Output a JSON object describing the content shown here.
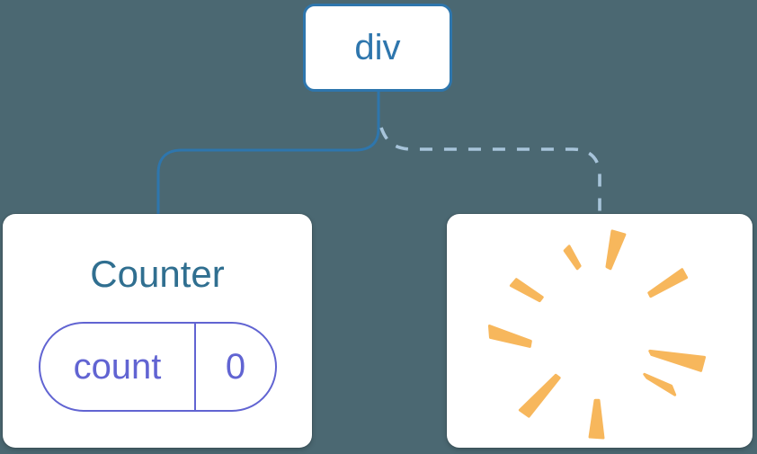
{
  "diagram": {
    "description": "component tree diagram",
    "root_node": {
      "label": "div"
    },
    "counter_card": {
      "title": "Counter",
      "state_key": "count",
      "state_value": "0"
    },
    "removed_card": {
      "icon": "poof-burst-icon"
    },
    "connectors": {
      "solid": {
        "from": "div",
        "to": "Counter"
      },
      "dashed": {
        "from": "div",
        "to": "removed-card"
      }
    },
    "colors": {
      "background": "#4b6872",
      "card_background": "#ffffff",
      "node_border_and_text": "#2e76ad",
      "solid_connector": "#2e76ad",
      "dashed_connector": "#a7c4da",
      "counter_title": "#306f90",
      "state_pill": "#6164d2",
      "burst_orange": "#f7b75c"
    }
  }
}
